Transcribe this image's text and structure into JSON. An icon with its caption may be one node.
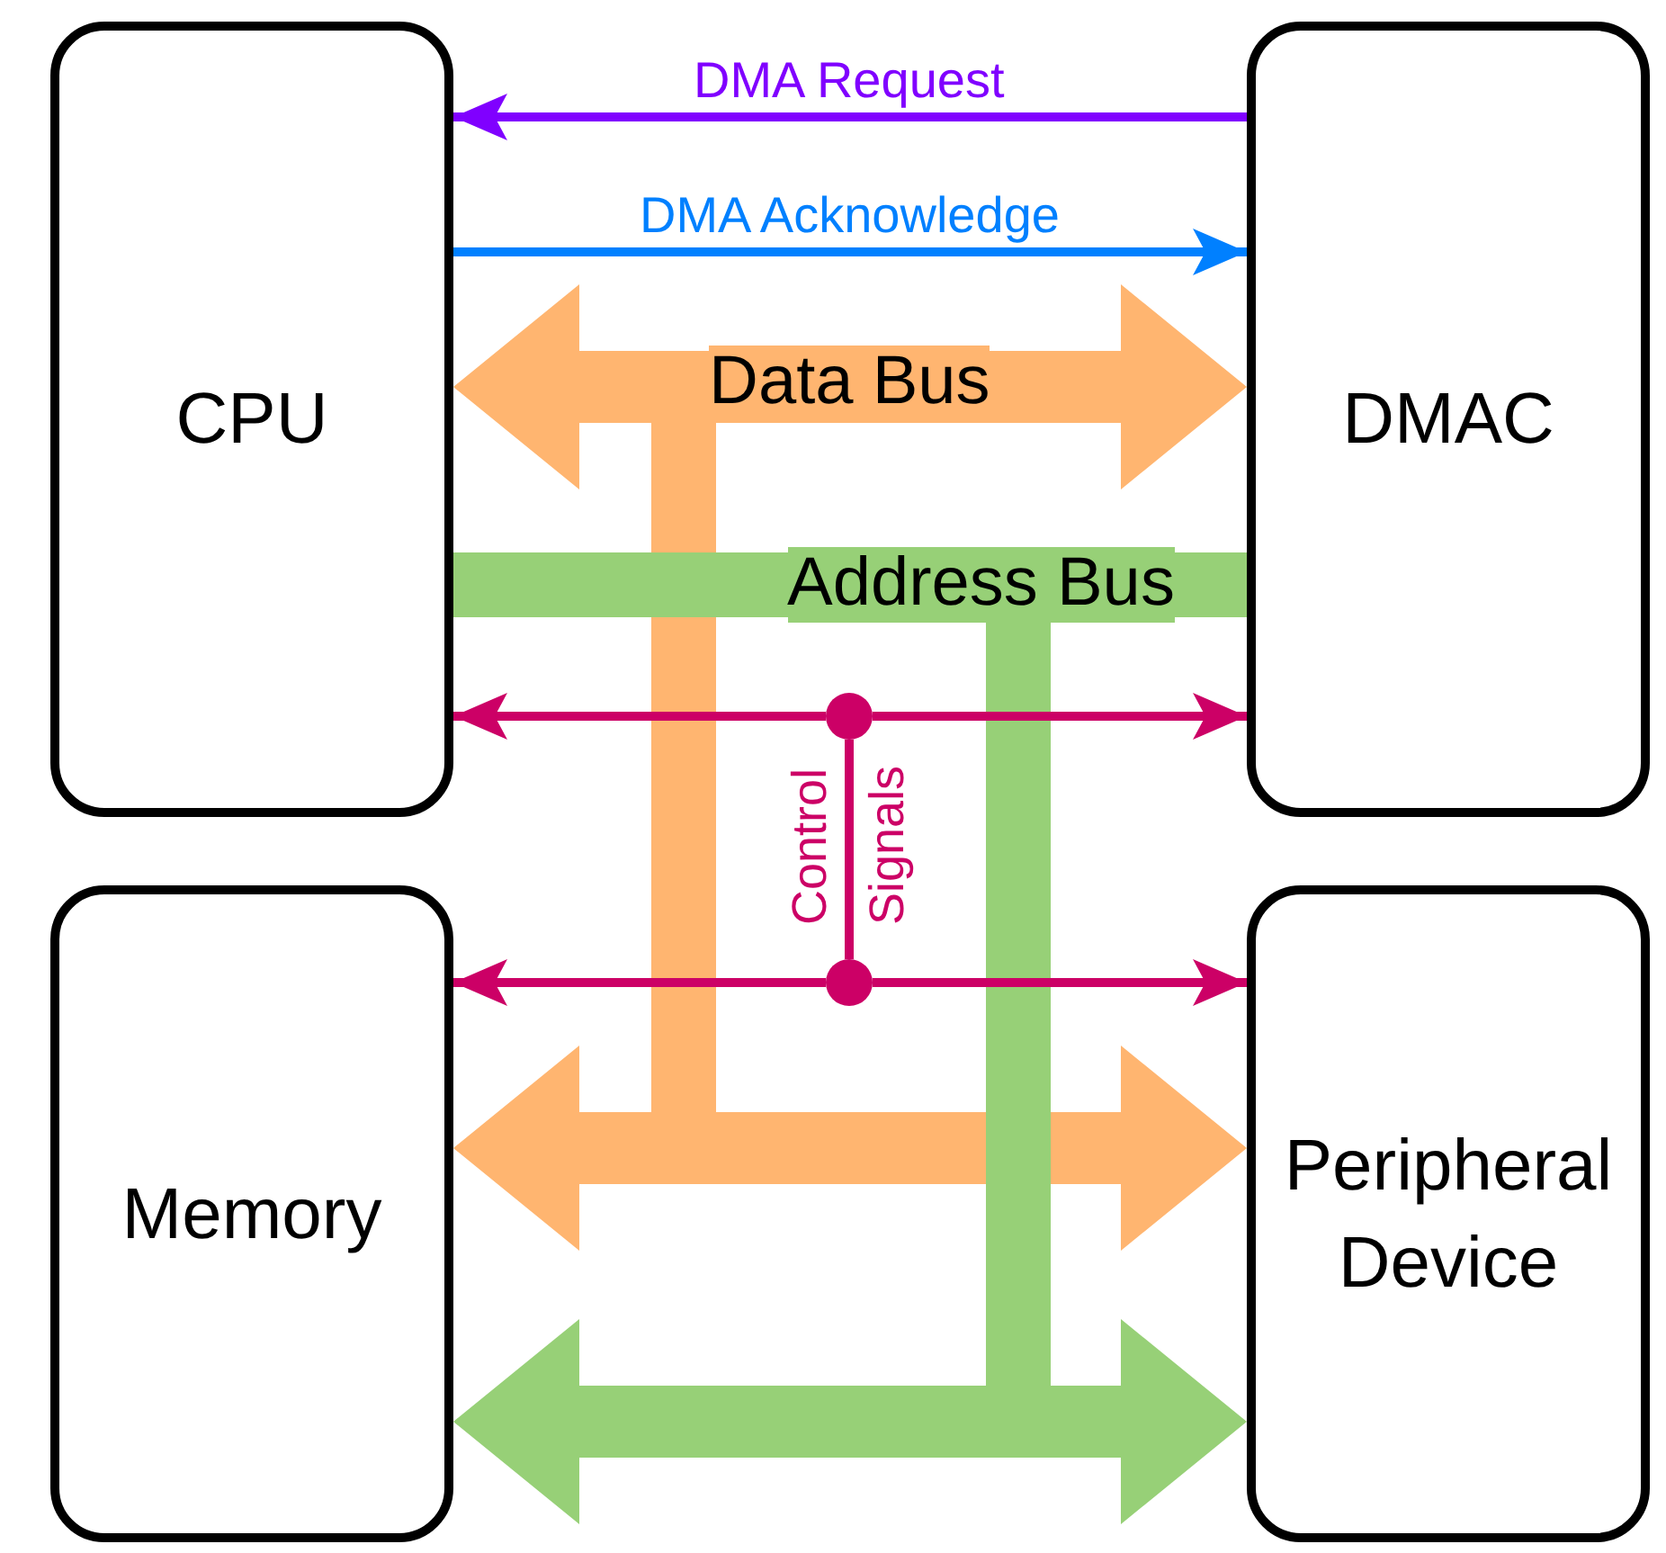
{
  "diagram": {
    "nodes": [
      {
        "text": [
          "CPU"
        ]
      },
      {
        "text": [
          "DMAC"
        ]
      },
      {
        "text": [
          "Memory"
        ]
      },
      {
        "text": [
          "Peripheral Device"
        ]
      },
      {
        "text": [],
        "shape": "circle"
      },
      {
        "text": [],
        "shape": "circle"
      }
    ],
    "edges": [
      {
        "from": 1,
        "to": 0,
        "arrow": "to",
        "label": "DMA Request",
        "color": "#8000ff"
      },
      {
        "from": 0,
        "to": 1,
        "arrow": "to",
        "label": "DMA Acknowledge",
        "color": "#0080ff"
      },
      {
        "from": 0,
        "to": 1,
        "arrow": "both",
        "label": "Data Bus",
        "style": "thick",
        "color": "#ffb570"
      },
      {
        "from": 2,
        "to": 3,
        "arrow": "both",
        "style": "thick",
        "color": "#ffb570"
      },
      {
        "from": 0,
        "to": 1,
        "arrow": "none",
        "label": "Address Bus",
        "style": "thick",
        "color": "#97d077"
      },
      {
        "from": 2,
        "to": 3,
        "arrow": "both",
        "style": "thick",
        "color": "#97d077"
      },
      {
        "from": 4,
        "to": 0,
        "arrow": "to",
        "color": "#cc0066"
      },
      {
        "from": 4,
        "to": 1,
        "arrow": "to",
        "color": "#cc0066"
      },
      {
        "from": 4,
        "to": 5,
        "arrow": "none",
        "label": "Control Signals",
        "color": "#cc0066"
      },
      {
        "from": 5,
        "to": 2,
        "arrow": "to",
        "color": "#cc0066"
      },
      {
        "from": 5,
        "to": 3,
        "arrow": "to",
        "color": "#cc0066"
      }
    ]
  }
}
